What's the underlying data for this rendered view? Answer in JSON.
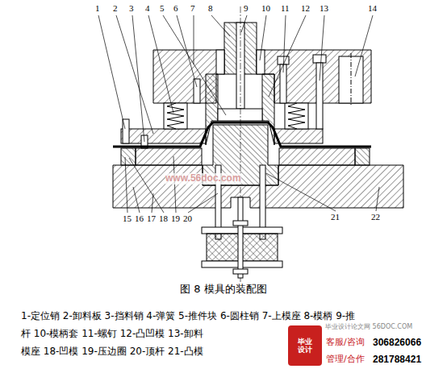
{
  "diagram": {
    "caption": "图 8 模具的装配图",
    "labels": [
      "1",
      "2",
      "3",
      "4",
      "5",
      "6",
      "7",
      "8",
      "9",
      "10",
      "11",
      "12",
      "13",
      "14",
      "15",
      "16",
      "17",
      "18",
      "19",
      "20",
      "21",
      "22",
      "www.56doc.com",
      "1-定位销 2-卸料板 3-挡料销 4-弹簧 5-推件块 6-圆柱销 7-上模座 8-模柄 9-推",
      "杆 10-模柄套 11-螺钉 12-凸凹模 13-卸料",
      "模座 18-凹模 19-压边圈 20-顶杆 21-凸模",
      "毕业设计",
      "毕业设计论文网 56DOC.COM",
      "客服/咨询",
      "306826066",
      "管理/合作",
      "281788421"
    ]
  }
}
